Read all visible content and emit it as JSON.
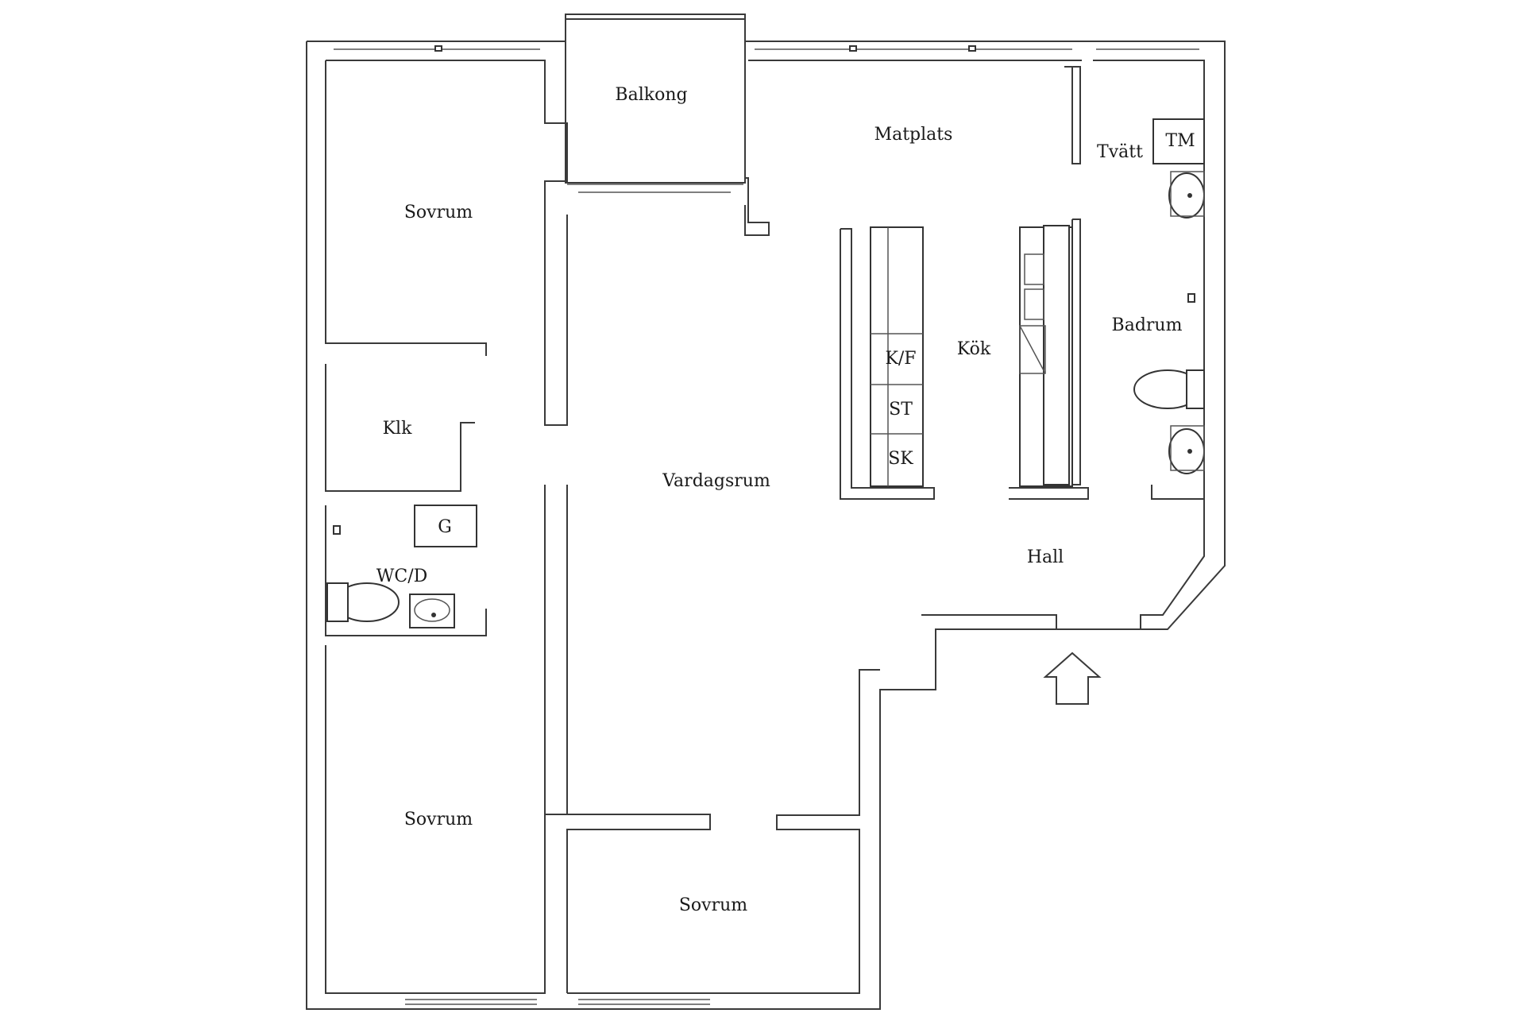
{
  "rooms": {
    "balkong": "Balkong",
    "matplats": "Matplats",
    "tvatt": "Tvätt",
    "tm": "TM",
    "sovrum_top_left": "Sovrum",
    "kok": "Kök",
    "kf": "K/F",
    "st": "ST",
    "sk": "SK",
    "badrum": "Badrum",
    "klk": "Klk",
    "g": "G",
    "wcd": "WC/D",
    "vardagsrum": "Vardagsrum",
    "hall": "Hall",
    "sovrum_bottom_left": "Sovrum",
    "sovrum_bottom_middle": "Sovrum"
  }
}
